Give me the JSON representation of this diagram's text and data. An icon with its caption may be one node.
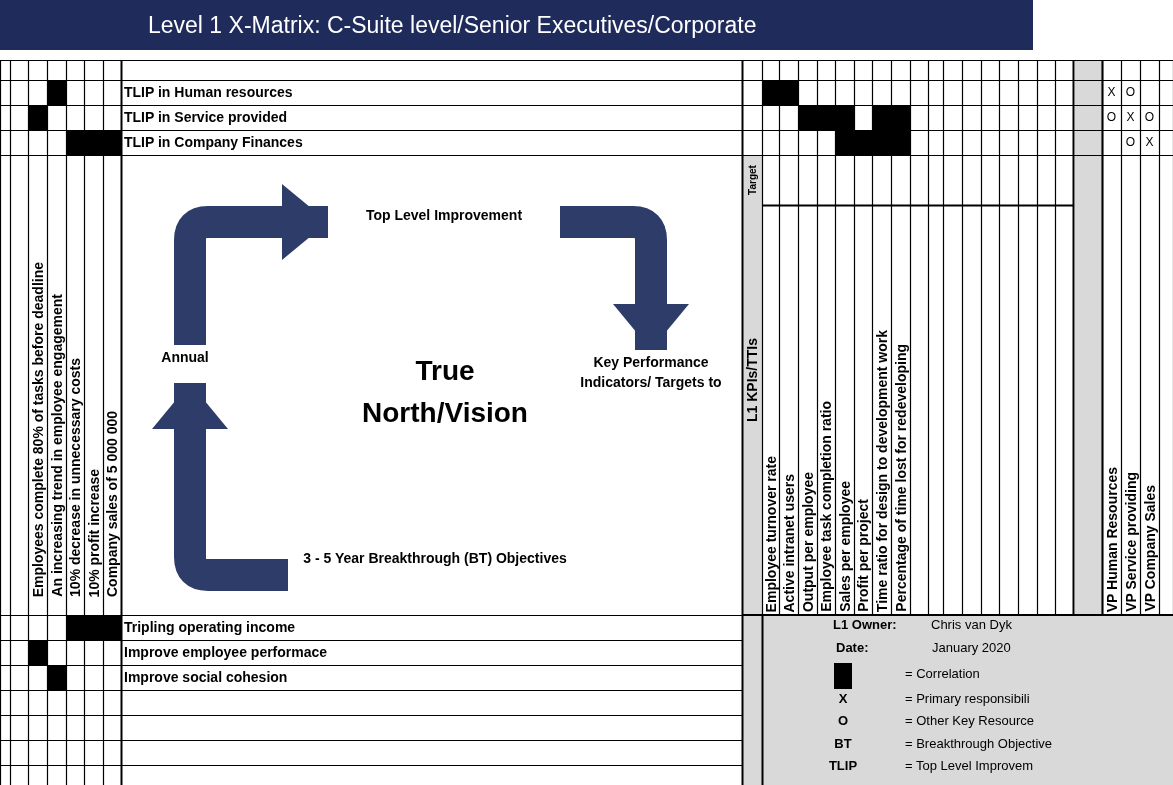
{
  "diagram": {
    "title": "Level 1 X-Matrix: C-Suite level/Senior Executives/Corporate",
    "nodes": [
      {
        "text": [
          "Top Level Improvement"
        ]
      },
      {
        "text": [
          "Annual"
        ]
      },
      {
        "text": [
          "Key Performance Indicators/ Targets to"
        ]
      },
      {
        "text": [
          "3 - 5 Year Breakthrough (BT) Objectives"
        ]
      }
    ],
    "edges": [
      {
        "from": 3,
        "to": 1,
        "arrow": "to"
      },
      {
        "from": 1,
        "to": 0,
        "arrow": "to"
      },
      {
        "from": 0,
        "to": 2,
        "arrow": "to"
      }
    ],
    "labels": [
      "TLIP in Human resources",
      "X",
      "O",
      "TLIP in Service provided",
      "O",
      "X",
      "O",
      "TLIP in Company Finances",
      "O",
      "X",
      "Target",
      "Employees complete 80% of tasks before deadline",
      "An increasing trend in employee engagement",
      "10% decrease in unnecessary costs",
      "10% profit increase",
      "Company sales of 5 000 000",
      "True North/Vision",
      "L1 KPIs/TTIs",
      "Employee turnover rate",
      "Active intranet users",
      "Output per employee",
      "Employee task completion ratio",
      "Sales per employee",
      "Profit per project",
      "Time ratio for design to development work",
      "Percentage of time lost for redeveloping",
      "VP Human Resources",
      "VP Service providing",
      "VP Company Sales",
      "Tripling operating income",
      "Improve employee performace",
      "Improve social cohesion",
      "L1 Owner:",
      "Chris van Dyk",
      "Date:",
      "January 2020",
      "X",
      "= Primary responsibili",
      "O",
      "= Other Key Resource",
      "BT",
      "= Breakthrough Objective",
      "TLIP",
      "= Top Level Improvem"
    ],
    "legend": [
      {
        "text": "= Correlation",
        "color": "#000000"
      }
    ]
  }
}
